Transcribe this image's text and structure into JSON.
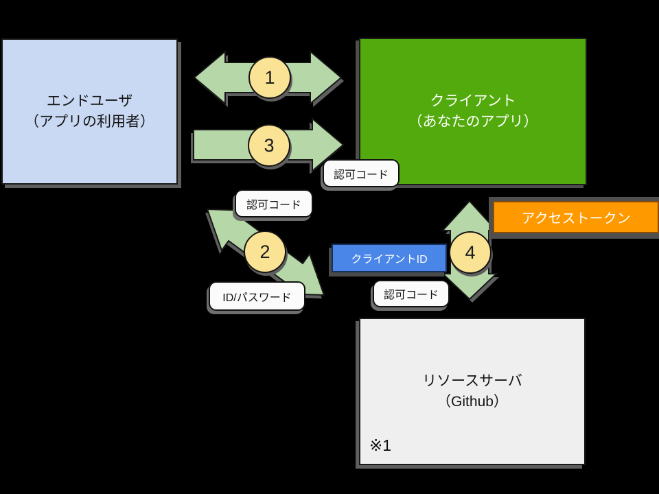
{
  "diagram": {
    "background": "#000000",
    "type": "oauth-authorization-code-flow"
  },
  "boxes": {
    "end_user": {
      "title": "エンドユーザ",
      "subtitle": "（アプリの利用者）",
      "fill": "#c9d9f3",
      "text_color": "#141414"
    },
    "client": {
      "title": "クライアント",
      "subtitle": "（あなたのアプリ）",
      "fill": "#53aa0d",
      "text_color": "#ffffff"
    },
    "resource": {
      "title": "リソースサーバ",
      "subtitle": "（Github）",
      "note": "※1",
      "fill": "#efefef",
      "text_color": "#141414"
    }
  },
  "badges": {
    "access_token": {
      "label": "アクセストークン",
      "fill": "#ff9900",
      "text_color": "#ffffff"
    },
    "client_id": {
      "label": "クライアントID",
      "fill": "#4a86e8",
      "text_color": "#ffffff"
    }
  },
  "labels": {
    "auth_code_1": "認可コード",
    "auth_code_2": "認可コード",
    "auth_code_3": "認可コード",
    "id_password": "ID/パスワード"
  },
  "steps": [
    {
      "number": "1"
    },
    {
      "number": "2"
    },
    {
      "number": "3"
    },
    {
      "number": "4"
    }
  ],
  "colors": {
    "arrow_fill": "#b6d7a8",
    "circle_fill": "#fbe395",
    "shadow": "#5e5e5e"
  }
}
